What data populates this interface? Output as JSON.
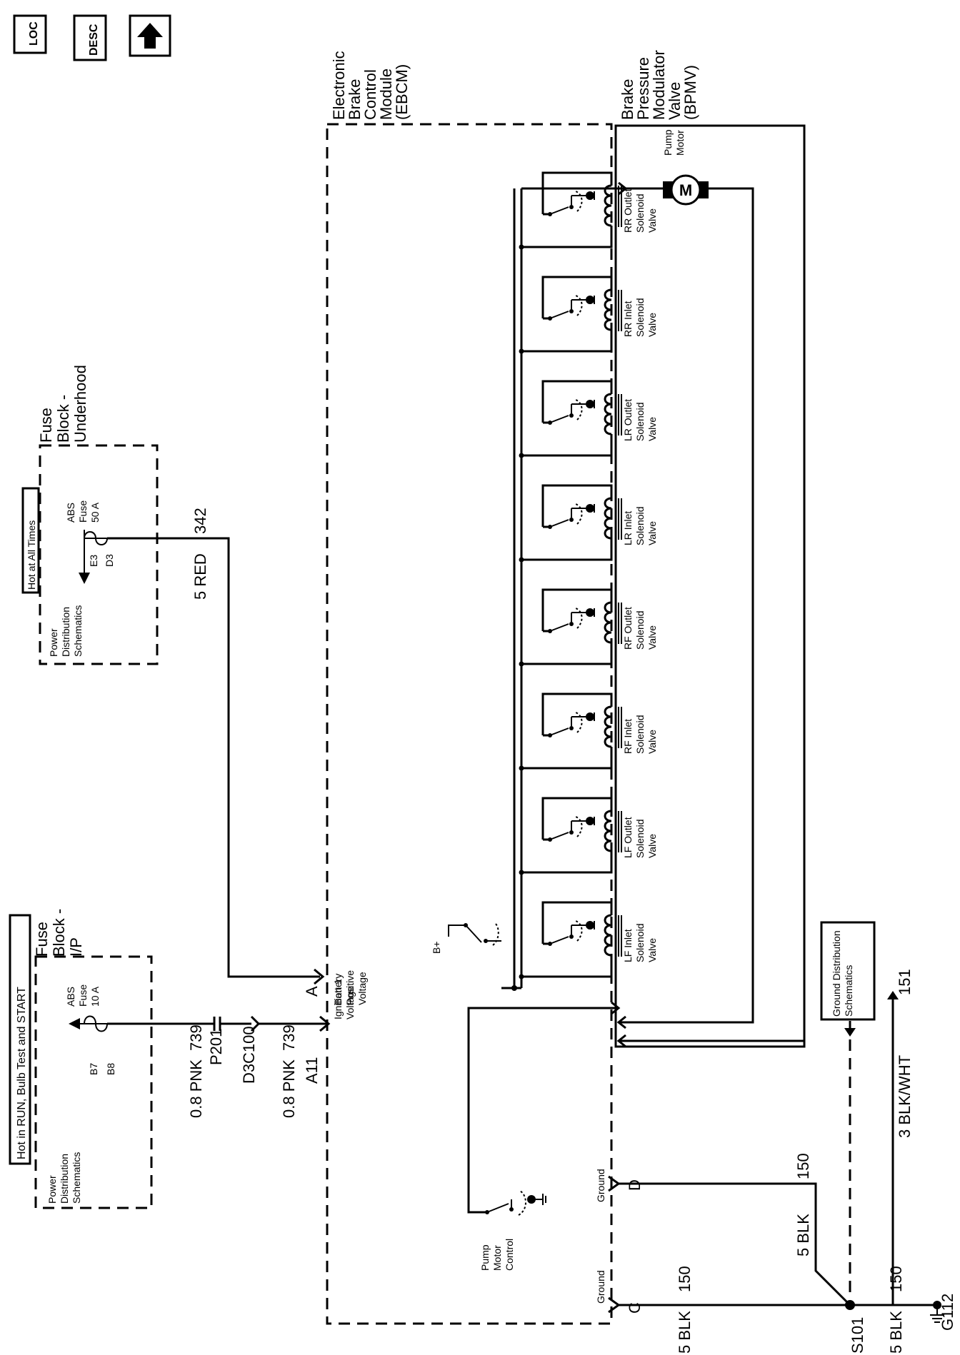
{
  "nav": {
    "loc": "LOC",
    "desc": "DESC",
    "up_icon": "up-arrow-icon"
  },
  "modules": {
    "ebcm": [
      "Electronic",
      "Brake",
      "Control",
      "Module",
      "(EBCM)"
    ],
    "bpmv": [
      "Brake",
      "Pressure",
      "Modulator",
      "Valve",
      "(BPMV)"
    ],
    "fuse_ip": [
      "Fuse",
      "Block -",
      "I/P"
    ],
    "fuse_uh": [
      "Fuse",
      "Block -",
      "Underhood"
    ]
  },
  "hot": {
    "ip": "Hot in RUN, Bulb Test and START",
    "uh": "Hot at All Times"
  },
  "fuses": {
    "ip": {
      "name": [
        "ABS",
        "Fuse",
        "10 A"
      ],
      "pins": [
        "B7",
        "B8"
      ],
      "pd": [
        "Power",
        "Distribution",
        "Schematics"
      ]
    },
    "uh": {
      "name": [
        "ABS",
        "Fuse",
        "50 A"
      ],
      "pins": [
        "E3",
        "D3"
      ],
      "pd": [
        "Power",
        "Distribution",
        "Schematics"
      ]
    }
  },
  "wires": {
    "w1": {
      "gauge": "0.8 PNK",
      "circuit": "739"
    },
    "w2": {
      "gauge": "0.8 PNK",
      "circuit": "739"
    },
    "red": {
      "gauge": "5 RED",
      "circuit": "342"
    },
    "blkC": {
      "gauge": "5 BLK",
      "circuit": "150"
    },
    "blkD": {
      "gauge": "5 BLK",
      "circuit": "150"
    },
    "blkG": {
      "gauge": "5 BLK",
      "circuit": "150"
    },
    "blkwht": {
      "gauge": "3 BLK/WHT",
      "circuit": "151"
    }
  },
  "connectors": {
    "p201": "P201",
    "c100": "C100",
    "d3": "D3",
    "a11": "A11",
    "a": "A",
    "c": "C",
    "d": "D"
  },
  "ebcm_pins": {
    "ign": [
      "Ignition 1",
      "Voltage"
    ],
    "batt": [
      "Battery",
      "Positive",
      "Voltage"
    ],
    "ground": "Ground",
    "bplus": "B+",
    "pump_ctrl": [
      "Pump",
      "Motor",
      "Control"
    ]
  },
  "solenoids": [
    [
      "LF Inlet",
      "Solenoid",
      "Valve"
    ],
    [
      "LF Outlet",
      "Solenoid",
      "Valve"
    ],
    [
      "RF Inlet",
      "Solenoid",
      "Valve"
    ],
    [
      "RF Outlet",
      "Solenoid",
      "Valve"
    ],
    [
      "LR Inlet",
      "Solenoid",
      "Valve"
    ],
    [
      "LR Outlet",
      "Solenoid",
      "Valve"
    ],
    [
      "RR Inlet",
      "Solenoid",
      "Valve"
    ],
    [
      "RR Outlet",
      "Solenoid",
      "Valve"
    ]
  ],
  "pump": {
    "label": [
      "Pump",
      "Motor"
    ],
    "symbol": "M"
  },
  "ground_dist": [
    "Ground Distribution",
    "Schematics"
  ],
  "splice": "S101",
  "ground_point": "G112"
}
